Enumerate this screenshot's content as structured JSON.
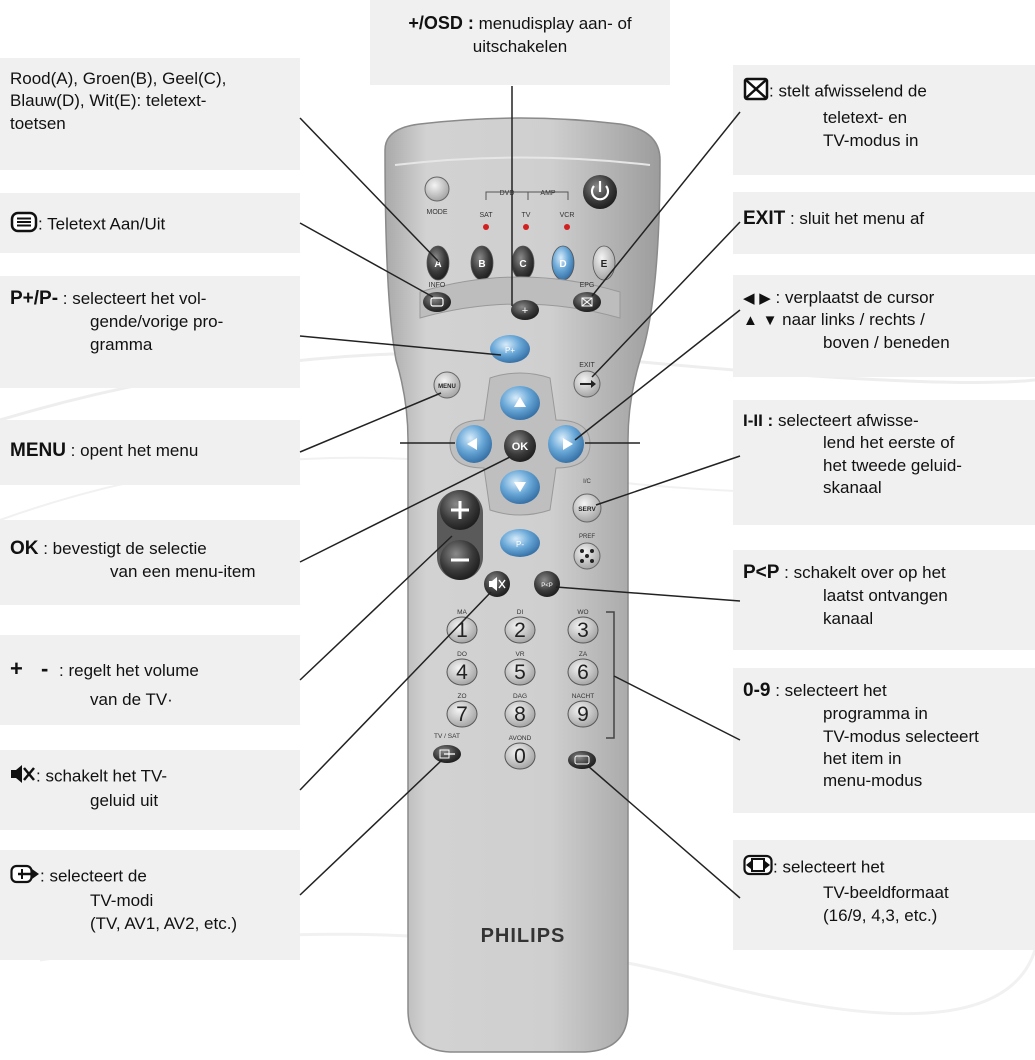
{
  "callouts": {
    "osd": {
      "key": "+/OSD",
      "sep": " :",
      "text1": "  menudisplay aan- of",
      "text2": "uitschakelen"
    },
    "color": {
      "line1": "Rood(A), Groen(B), Geel(C),",
      "line2": "Blauw(D), Wit(E): teletext-",
      "line3": "toetsen"
    },
    "teletext": {
      "text": ": Teletext Aan/Uit"
    },
    "pplus": {
      "key": "P+/P-",
      "line1": " : selecteert het vol-",
      "line2": "gende/vorige pro-",
      "line3": "gramma"
    },
    "menu": {
      "key": "MENU",
      "text": " : opent het menu"
    },
    "ok": {
      "key": "OK",
      "line1": " : bevestigt de selectie",
      "line2": "van een menu-item"
    },
    "volume": {
      "key": "+ -",
      "line1": " : regelt het volume",
      "line2": "van de TV·"
    },
    "mute": {
      "line1": ": schakelt het TV-",
      "line2": "geluid uit"
    },
    "source": {
      "line1": ": selecteert de",
      "line2": "TV-modi",
      "line3": "(TV, AV1, AV2, etc.)"
    },
    "mix": {
      "line1": ": stelt afwisselend de",
      "line2": "teletext- en",
      "line3": "TV-modus in"
    },
    "exit": {
      "key": "EXIT",
      "text": " : sluit het menu af"
    },
    "cursor": {
      "line1": " : verplaatst de cursor",
      "line2": " naar links / rechts /",
      "line3": "boven / beneden"
    },
    "dual": {
      "key": "I-II :",
      "line1": " selecteert afwisse-",
      "line2": "lend het eerste of",
      "line3": "het tweede geluid-",
      "line4": "skanaal"
    },
    "pp": {
      "key": "P<P",
      "line1": " : schakelt over op het",
      "line2": "laatst ontvangen",
      "line3": "kanaal"
    },
    "digits": {
      "key": "0-9",
      "line1": " : selecteert het",
      "line2": "programma in",
      "line3": "TV-modus selecteert",
      "line4": "het item in",
      "line5": "menu-modus"
    },
    "format": {
      "line1": ": selecteert het",
      "line2": "TV-beeldformaat",
      "line3": "(16/9, 4,3, etc.)"
    }
  },
  "remote": {
    "brand": "PHILIPS",
    "mode_label": "MODE",
    "dvd_label": "DVD",
    "amp_label": "AMP",
    "sat_label": "SAT",
    "tv_label": "TV",
    "vcr_label": "VCR",
    "color_keys": [
      "A",
      "B",
      "C",
      "D",
      "E"
    ],
    "info_label": "INFO",
    "epg_label": "EPG",
    "exit_label": "EXIT",
    "menu_label": "MENU",
    "ok_label": "OK",
    "pplus_label": "P+",
    "pminus_label": "P-",
    "serv_label": "SERV",
    "ic_label": "I/C",
    "pref_label": "PREF",
    "pp_label": "P<P",
    "digits": [
      "1",
      "2",
      "3",
      "4",
      "5",
      "6",
      "7",
      "8",
      "9",
      "0"
    ],
    "digit_labels": [
      "MA",
      "DI",
      "WO",
      "DO",
      "VR",
      "ZA",
      "ZO",
      "DAG",
      "NACHT",
      "AVOND"
    ],
    "tvsat_label": "TV / SAT"
  },
  "colors": {
    "panel": "#f0f0f0",
    "remote_body": "#c8c8c8",
    "button_blue": "#6aa8d8",
    "button_dark": "#3a3a3a",
    "led_red": "#d22020"
  }
}
